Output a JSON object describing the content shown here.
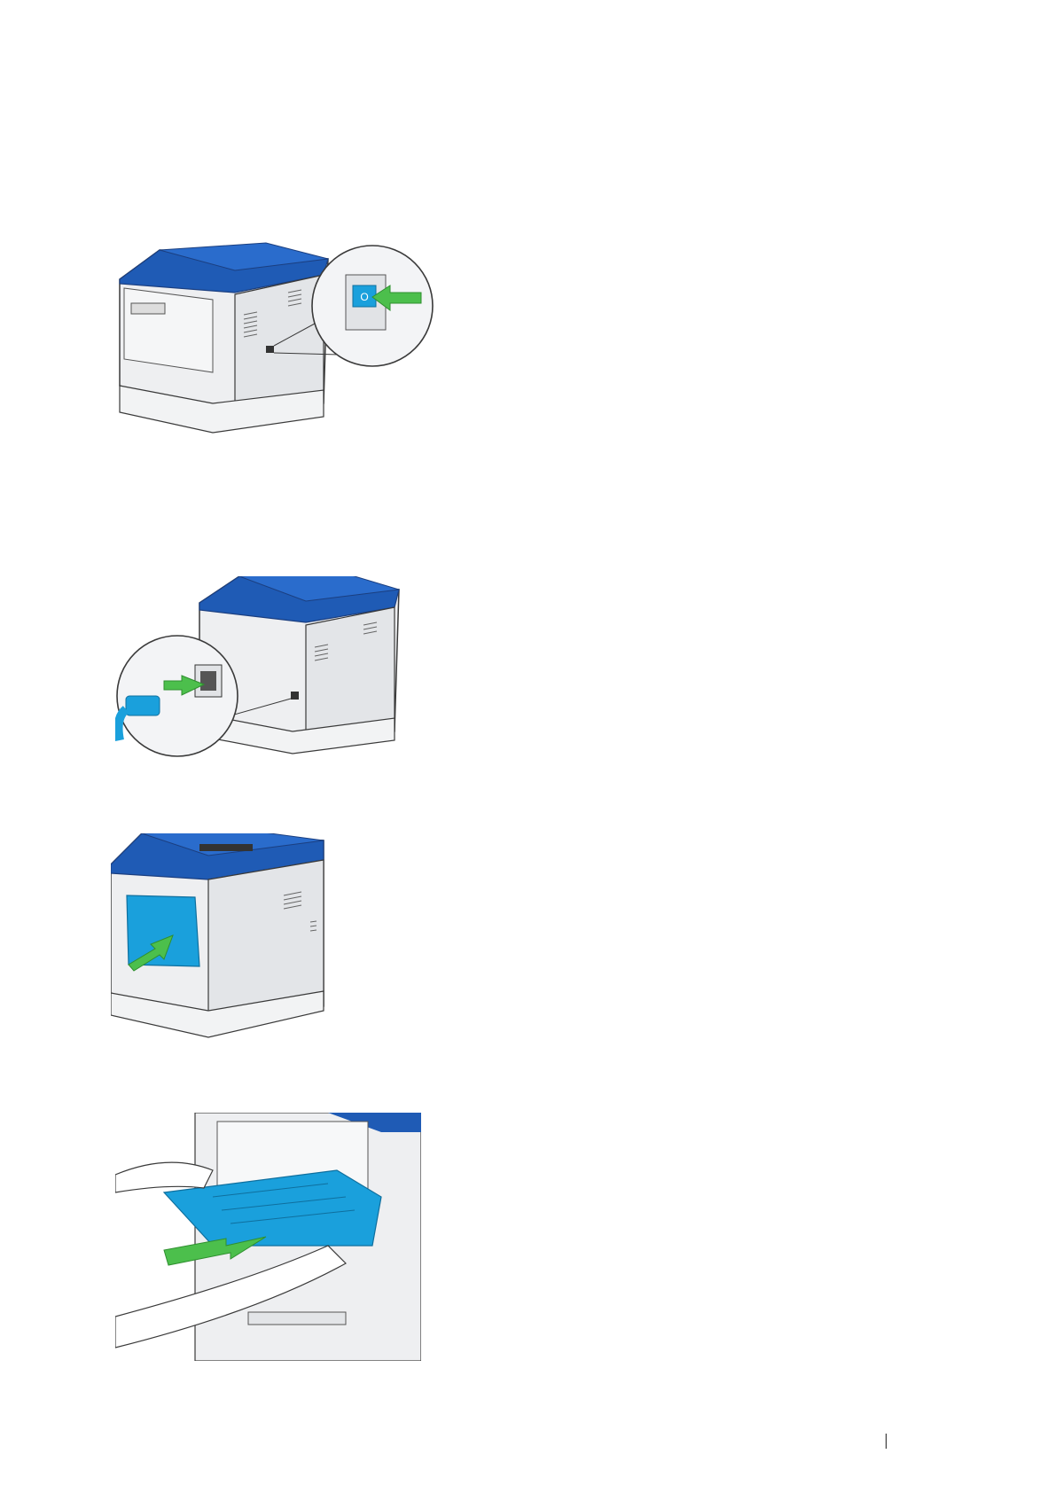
{
  "illustrations": [
    {
      "icon": "printer-rear-power-switch-off-illustration",
      "switch_label": "O"
    },
    {
      "icon": "printer-rear-unplug-power-cord-illustration"
    },
    {
      "icon": "printer-front-open-mpf-cover-illustration"
    },
    {
      "icon": "hands-remove-mpf-tray-illustration"
    }
  ],
  "colors": {
    "printer_blue": "#1f5bb5",
    "tray_blue": "#1aa0dc",
    "arrow_green": "#4cbf4c",
    "body_gray": "#e9eaec",
    "line": "#3a3a3a"
  }
}
